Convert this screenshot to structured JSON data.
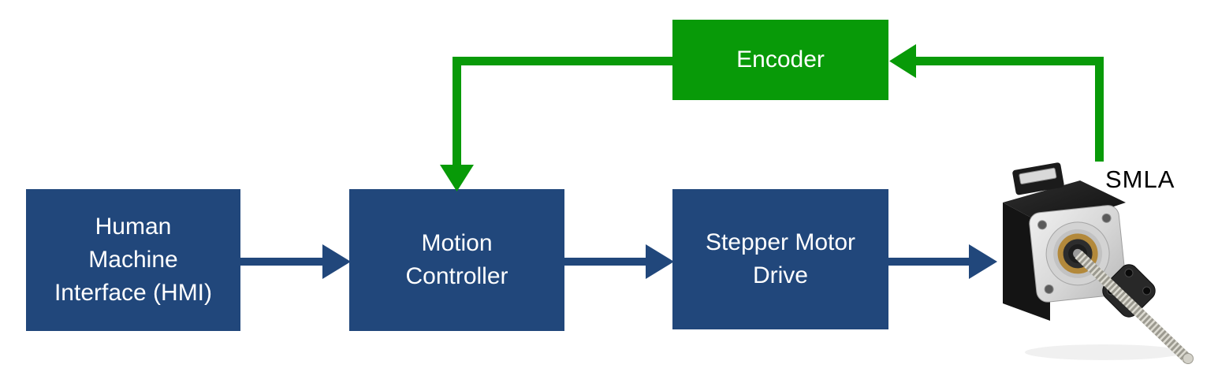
{
  "colors": {
    "background": "#FFFFFF",
    "blue": "#21477B",
    "green": "#089A08",
    "label_light": "#FFFFFF",
    "label_dark": "#000000"
  },
  "blocks": {
    "hmi": {
      "lines": [
        "Human",
        "Machine",
        "Interface (HMI)"
      ]
    },
    "motion": {
      "lines": [
        "Motion",
        "Controller"
      ]
    },
    "drive": {
      "lines": [
        "Stepper Motor",
        "Drive"
      ]
    },
    "encoder": {
      "lines": [
        "Encoder"
      ]
    }
  },
  "labels": {
    "smla": "SMLA"
  },
  "connections": [
    {
      "from": "hmi",
      "to": "motion",
      "color": "blue",
      "style": "solid-arrow-right"
    },
    {
      "from": "motion",
      "to": "drive",
      "color": "blue",
      "style": "solid-arrow-right"
    },
    {
      "from": "drive",
      "to": "smla",
      "color": "blue",
      "style": "solid-arrow-right"
    },
    {
      "from": "smla",
      "to": "encoder",
      "color": "green",
      "style": "elbow-arrow-left"
    },
    {
      "from": "encoder",
      "to": "motion",
      "color": "green",
      "style": "elbow-arrow-down"
    }
  ],
  "photo": {
    "subject": "stepper motor linear actuator"
  }
}
